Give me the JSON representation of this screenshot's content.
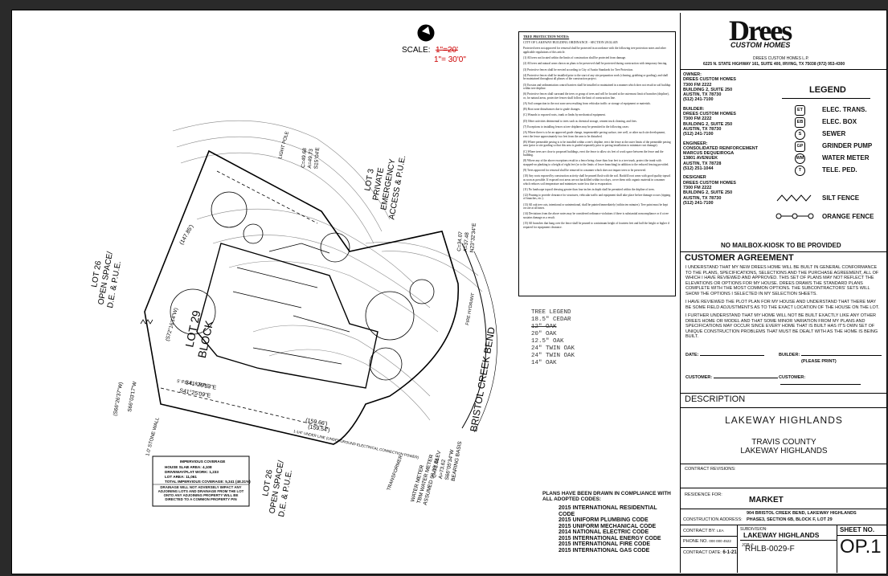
{
  "scale": {
    "label": "SCALE:",
    "old": "1\"=20'",
    "new": "1\"= 30'0\""
  },
  "plan_labels": {
    "lot26_top": "LOT 26",
    "open_space_top": "OPEN SPACE/",
    "de_pue_top": "D.E. & P.U.E.",
    "lot26_bottom": "LOT 26",
    "open_space_bottom": "OPEN SPACE/",
    "de_pue_bottom": "D.E. & P.U.E.",
    "lot3": "LOT 3",
    "private": "PRIVATE",
    "emergency": "EMERGENCY",
    "access": "ACCESS & P.U.E.",
    "lot29": "LOT 29",
    "block": "BLOCK",
    "street": "BRISTOL CREEK BEND",
    "stone_wall": "1.0' STONE WALL",
    "light_pole": "LIGHT POLE",
    "transformer": "TRANSFORMER",
    "water_meter": "WATER METER",
    "tbm": "TBM WATER METER",
    "elev": "ASSUMED 98.03' ELEV",
    "fire_hydrant": "FIRE HYDRANT",
    "bearing": "BEARING BASIS",
    "c1": "C=49.68",
    "c1b": "A=49.73",
    "c1c": "S15°04'E",
    "c2": "C=34.07",
    "c2b": "A=37.48",
    "c2c": "N23°32'34\"E",
    "c3": "C=73.46",
    "c3b": "A=73.62",
    "c3c": "S66°05'34\"W",
    "d1": "(147.85')",
    "d2": "(159.66')",
    "d3": "(159.54')",
    "b1": "S41°26'13\"E",
    "b2": "S41°25'09\"E",
    "b3": "(S72°16'14\"W)",
    "b4": "(S66°26'37\"W)",
    "b5": "S66°03'17\"W",
    "bbl": "5' P.U.E. & B.B.L.",
    "elec_line": "1-1/4\" UNDER LINE (UNDERGROUND ELECTRICAL CONNECTION POWER)"
  },
  "impervious": {
    "title": "IMPERVIOUS COVERAGE",
    "lines": [
      "HOUSE SLAB AREA: 4,108",
      "DRIVEWAY/FLAT WORK: 1,233",
      "LOT AREA: 11,061",
      "TOTAL IMPERVIOUS COVERAGE: 5,341 (48.31%)"
    ],
    "note": "DRAINAGE WILL NOT ADVERSELY IMPACT ANY ADJOINING LOTS AND DRAINAGE FROM THE LOT ONTO ANY ADJOINING PROPERTY WILL BE DIRECTED TO A COMMON PROPERTY PIN"
  },
  "notes": {
    "title": "TREE PROTECTION NOTES:",
    "subtitle": "CITY OF LAKEWAY BUILDING ORDINANCE - SECTION 28.02.405",
    "items": [
      "Protected trees not approved for removal shall be protected in accordance with the following tree protection notes and other applicable regulations of this article.",
      "(1) All trees not located within the limits of construction shall be protected from damage.",
      "(2) All trees and natural areas shown on plans to be preserved shall be protected during construction with temporary fencing.",
      "(3) Protective fences shall be erected according to City of Austin Standards for Tree Protection.",
      "(4) Protective fences shall be installed prior to the start of any site preparation work (clearing, grubbing or grading), and shall be maintained throughout all phases of the construction project.",
      "(5) Erosion and sedimentation control barriers shall be installed or maintained in a manner which does not result in soil buildup within tree dripline.",
      "(6) Protective fences shall surround the trees or group of trees and will be located at the outermost limit of branches (dripline), or, for natural areas, protective fences shall follow the limit of construction line.",
      "(A) Soil compaction in the root zone area resulting from vehicular traffic or storage of equipment or materials.",
      "(B) Root zone disturbances due to grade changes.",
      "(C) Wounds to exposed roots, trunk or limbs by mechanical equipment.",
      "(D) Other activities detrimental to trees such as chemical storage, cement truck cleaning, and fires.",
      "(7) Exceptions to installing fences at tree driplines may be permitted in the following cases:",
      "(A) Where there is to be an approved grade change, impermeable paving surface, tree well, or other such site development, erect the fence approximately two feet from the area to be disturbed.",
      "(B) Where permeable paving is to be installed within a tree's dripline, erect the fence at the outer limits of the permeable paving area (prior to site grading so that this area is graded separately prior to paving installation to minimize root damage).",
      "(C) Where trees are close to proposed buildings, erect the fence to allow six feet of work space between the fence and the building.",
      "(8) Where any of the above exceptions result in a fence being closer than four feet to a tree trunk, protect the trunk with strapped-on planking to a height of eight feet (or to the limits of lower branching) in addition to the reduced fencing provided.",
      "(9) Trees approved for removal shall be removed in a manner which does not impact trees to be preserved.",
      "(10) Any roots exposed by construction activity shall be pruned flush with the soil. Backfill root areas with good quality topsoil as soon as possible. If exposed root areas are not backfilled within two days, cover them with organic material in a manner which reduces soil temperature and minimizes water loss due to evaporation.",
      "(11) No landscape topsoil dressing greater than four inches in depth shall be permitted within the dripline of trees.",
      "(12) Pruning to provide clearance for structures, vehicular traffic and equipment shall take place before damage occurs (ripping of branches, etc.).",
      "(13) All oak tree cuts, intentional or unintentional, shall be painted immediately (within ten minutes). Tree paint must be kept on site at all times.",
      "(14) Deviations from the above notes may be considered ordinance violations if there is substantial noncompliance or if a tree sustains damage as a result.",
      "(15) All branches that hang over the fence shall be pruned to a minimum height of fourteen feet and half the height or higher if required for equipment clearance."
    ]
  },
  "tree_legend": {
    "title": "TREE LEGEND",
    "items": [
      "18.5\" CEDAR",
      "12\" OAK",
      "20\" OAK",
      "12.5\" OAK",
      "24\" TWIN OAK",
      "24\" TWIN OAK",
      "14\" OAK"
    ]
  },
  "codes": {
    "title": "PLANS HAVE BEEN DRAWN IN COMPLIANCE WITH ALL ADOPTED CODES:",
    "items": [
      "2015 INTERNATIONAL RESIDENTIAL CODE",
      "2015 UNIFORM PLUMBING CODE",
      "2015 UNIFORM MECHANICAL CODE",
      "2014 NATIONAL ELECTRIC CODE",
      "2015 INTERNATIONAL ENERGY CODE",
      "2015 INTERNATIONAL FIRE CODE",
      "2015 INTERNATIONAL GAS CODE"
    ]
  },
  "company": {
    "logo": "Drees",
    "logo_sub": "CUSTOM HOMES",
    "name": "DREES CUSTOM HOMES L.P.",
    "address": "6225 N. STATE HIGHWAY 161, SUITE 400, IRVING, TX 75038 (972) 953-4300"
  },
  "contacts": [
    {
      "role": "OWNER:",
      "lines": [
        "DREES CUSTOM HOMES",
        "7300 FM 2222",
        "BUILDING 2, SUITE 250",
        "AUSTIN, TX 78730",
        "(512) 241-7100"
      ]
    },
    {
      "role": "BUILDER:",
      "lines": [
        "DREES CUSTOM HOMES",
        "7300 FM 2222",
        "BUILDING 2, SUITE 250",
        "AUSTIN, TX 78730",
        "(512) 241-7100"
      ]
    },
    {
      "role": "ENGINEER:",
      "lines": [
        "CONSOLIDATED REINFORCEMENT",
        "MARCUS DEQUEIROGA",
        "13801 AVENUEK",
        "AUSTIN, TX 78728",
        "(512) 251-1044"
      ]
    },
    {
      "role": "DESIGNER",
      "lines": [
        "DREES CUSTOM HOMES",
        "7300 FM 2222",
        "BUILDING 2, SUITE 250",
        "AUSTIN, TX 78730",
        "(512) 241-7100"
      ]
    }
  ],
  "legend": {
    "title": "LEGEND",
    "items": [
      {
        "sym": "ET",
        "label": "ELEC. TRANS."
      },
      {
        "sym": "EB",
        "label": "ELEC. BOX"
      },
      {
        "sym": "S",
        "label": "SEWER"
      },
      {
        "sym": "GP",
        "label": "GRINDER PUMP"
      },
      {
        "sym": "WM",
        "label": "WATER METER"
      },
      {
        "sym": "T",
        "label": "TELE. PED."
      }
    ],
    "silt": "SILT FENCE",
    "orange": "ORANGE FENCE"
  },
  "mailbox": "NO MAILBOX-KIOSK TO BE PROVIDED",
  "agreement": {
    "title": "CUSTOMER AGREEMENT",
    "p1": "I UNDERSTAND THAT MY NEW DREES HOME WILL BE BUILT IN GENERAL CONFORMANCE TO THE PLANS, SPECIFICATIONS, SELECTIONS AND THE PURCHASE AGREEMENT, ALL OF WHICH I HAVE REVIEWED AND APPROVED. THIS SET OF PLANS MAY NOT REFLECT THE ELEVATIONS OR OPTIONS FOR MY HOUSE. DREES DRAWS THE STANDARD PLANS COMPLETE WITH THE MOST COMMON OPTIONS. THE SUBCONTRACTORS' SETS WILL SHOW THE OPTIONS I SELECTED IN MY SELECTION SHEETS.",
    "p2": "I HAVE REVIEWED THE PLOT PLAN FOR MY HOUSE AND UNDERSTAND THAT THERE MAY BE SOME FIELD ADJUSTMENTS AS TO THE EXACT LOCATION OF THE HOUSE ON THE LOT.",
    "p3": "I FURTHER UNDERSTAND THAT MY HOME WILL NOT BE BUILT EXACTLY LIKE ANY OTHER DREES HOME OR MODEL AND THAT SOME MINOR VARIATION FROM MY PLANS AND SPECIFICATIONS MAY OCCUR SINCE EVERY HOME THAT IS BUILT HAS IT'S OWN SET OF UNIQUE CONSTRUCTION PROBLEMS THAT MUST BE DEALT WITH AS THE HOME IS BEING BUILT.",
    "date": "DATE:",
    "builder": "BUILDER:",
    "print": "(PLEASE PRINT)",
    "customer1": "CUSTOMER:",
    "customer2": "CUSTOMER:"
  },
  "description": {
    "title": "DESCRIPTION",
    "project": "LAKEWAY HIGHLANDS",
    "county": "TRAVIS COUNTY",
    "community": "LAKEWAY HIGHLANDS"
  },
  "bottom": {
    "contract_revisions": "CONTRACT REVISIONS:",
    "residence_label": "RESIDENCE FOR:",
    "residence": "MARKET",
    "address_label": "CONSTRUCTION ADDRESS:",
    "address1": "904 BRISTOL CREEK BEND, LAKEWAY HIGHLANDS",
    "address2": "PHASE3, SECTION 6B, BLOCK F, LOT 29",
    "contract_by_label": "CONTRACT BY:",
    "contract_by": "LEA",
    "subdivision_label": "SUBDIVISION:",
    "subdivision": "LAKEWAY HIGHLANDS",
    "phone_label": "PHONE NO.",
    "phone": "000 000 4522",
    "job_label": "JOB #:",
    "job": "RHLB-0029-F",
    "date_label": "CONTRACT DATE:",
    "date": "6-1-21",
    "sheet_label": "SHEET NO.",
    "sheet": "OP.1"
  }
}
